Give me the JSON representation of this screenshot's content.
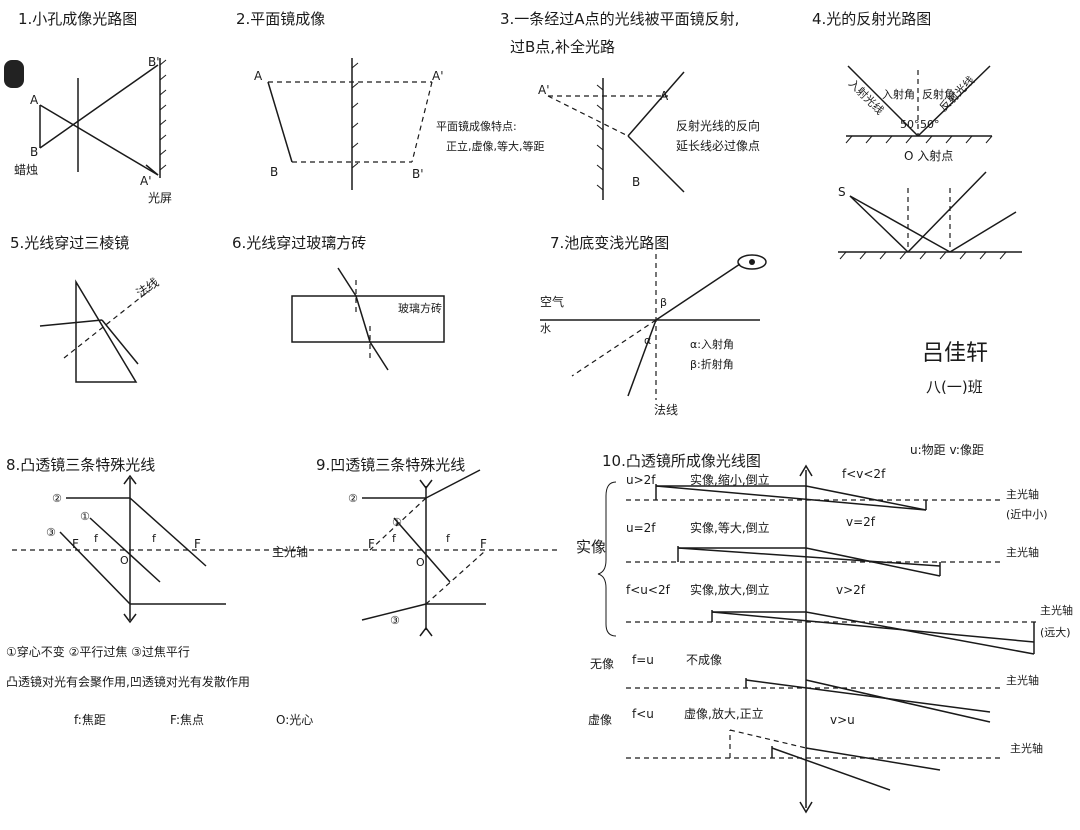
{
  "d1": {
    "title": "1.小孔成像光路图",
    "A": "A",
    "B": "B",
    "A2": "A'",
    "B2": "B'",
    "candle": "蜡烛",
    "screen": "光屏"
  },
  "d2": {
    "title": "2.平面镜成像",
    "A": "A",
    "B": "B",
    "A2": "A'",
    "B2": "B'",
    "feat_title": "平面镜成像特点:",
    "feat_body": "正立,虚像,等大,等距"
  },
  "d3": {
    "title": "3.一条经过A点的光线被平面镜反射,",
    "title2": "过B点,补全光路",
    "A": "A",
    "B": "B",
    "A2": "A'",
    "note1": "反射光线的反向",
    "note2": "延长线必过像点"
  },
  "d4": {
    "title": "4.光的反射光路图",
    "incident_ray": "入射光线",
    "angle_in": "入射角",
    "angle_refl": "反射角",
    "reflected_ray": "反射光线",
    "deg1": "50°",
    "deg2": "50°",
    "point": "O 入射点",
    "S": "S"
  },
  "d5": {
    "title": "5.光线穿过三棱镜",
    "normal": "法线"
  },
  "d6": {
    "title": "6.光线穿过玻璃方砖",
    "glass": "玻璃方砖"
  },
  "d7": {
    "title": "7.池底变浅光路图",
    "air": "空气",
    "water": "水",
    "beta": "β",
    "alpha": "α",
    "legend_a": "α:入射角",
    "legend_b": "β:折射角",
    "normal": "法线"
  },
  "signature": {
    "name": "吕佳轩",
    "class": "八(一)班"
  },
  "d8": {
    "title": "8.凸透镜三条特殊光线",
    "n1": "①",
    "n2": "②",
    "n3": "③",
    "F": "F",
    "f": "f",
    "O": "O"
  },
  "d9": {
    "title": "9.凹透镜三条特殊光线",
    "n1": "①",
    "n2": "②",
    "n3": "③",
    "F": "F",
    "f": "f",
    "O": "O"
  },
  "axis_label": "主光轴",
  "legend": {
    "line1": "①穿心不变  ②平行过焦  ③过焦平行",
    "line2": "凸透镜对光有会聚作用,凹透镜对光有发散作用",
    "line3a": "f:焦距",
    "line3b": "F:焦点",
    "line3c": "O:光心"
  },
  "d10": {
    "title": "10.凸透镜所成像光线图",
    "header": "u:物距  v:像距",
    "real": "实像",
    "none": "无像",
    "virtual": "虚像",
    "r1_cond": "u>2f",
    "r1_desc": "实像,缩小,倒立",
    "r1_v": "f<v<2f",
    "r1_note": "(近中小)",
    "r2_cond": "u=2f",
    "r2_desc": "实像,等大,倒立",
    "r2_v": "v=2f",
    "r3_cond": "f<u<2f",
    "r3_desc": "实像,放大,倒立",
    "r3_v": "v>2f",
    "r3_note": "(远大)",
    "r4_cond": "f=u",
    "r4_desc": "不成像",
    "r5_cond": "f<u",
    "r5_desc": "虚像,放大,正立",
    "r5_v": "v>u"
  }
}
